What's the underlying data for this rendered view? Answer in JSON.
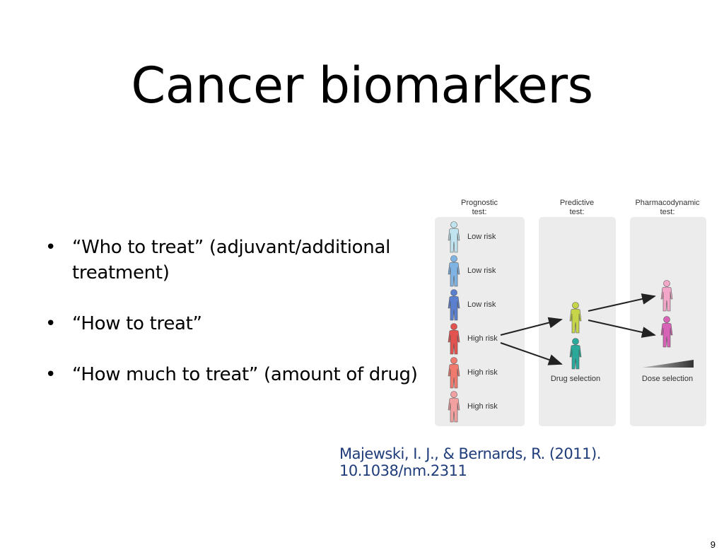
{
  "slide": {
    "title": "Cancer biomarkers",
    "bullets": [
      {
        "line1": "“Who to treat” (adjuvant/additional",
        "line2": "treatment)"
      },
      {
        "line1": "“How to treat”",
        "line2": ""
      },
      {
        "line1": "“How much to treat” (amount of drug)",
        "line2": ""
      }
    ],
    "citation": "Majewski, I. J., & Bernards, R. (2011). 10.1038/nm.2311",
    "page_number": "9"
  },
  "figure": {
    "panels": [
      {
        "header_line1": "Prognostic",
        "header_line2": "test:",
        "footer": ""
      },
      {
        "header_line1": "Predictive",
        "header_line2": "test:",
        "footer": "Drug selection"
      },
      {
        "header_line1": "Pharmacodynamic",
        "header_line2": "test:",
        "footer": "Dose selection"
      }
    ],
    "prognostic_people": [
      {
        "label": "Low risk",
        "color": "#bfe3ef"
      },
      {
        "label": "Low risk",
        "color": "#7fb3e3"
      },
      {
        "label": "Low risk",
        "color": "#5a7fcf"
      },
      {
        "label": "High risk",
        "color": "#e2524f"
      },
      {
        "label": "High risk",
        "color": "#f07a6e"
      },
      {
        "label": "High risk",
        "color": "#f2a0a0"
      }
    ],
    "predictive_people": [
      {
        "color": "#c6d44a"
      },
      {
        "color": "#2aa899"
      }
    ],
    "pharmacodynamic_people": [
      {
        "color": "#f2a6c8"
      },
      {
        "color": "#d863b6"
      }
    ],
    "panel_color": "#ececec",
    "arrow_color": "#222222"
  }
}
